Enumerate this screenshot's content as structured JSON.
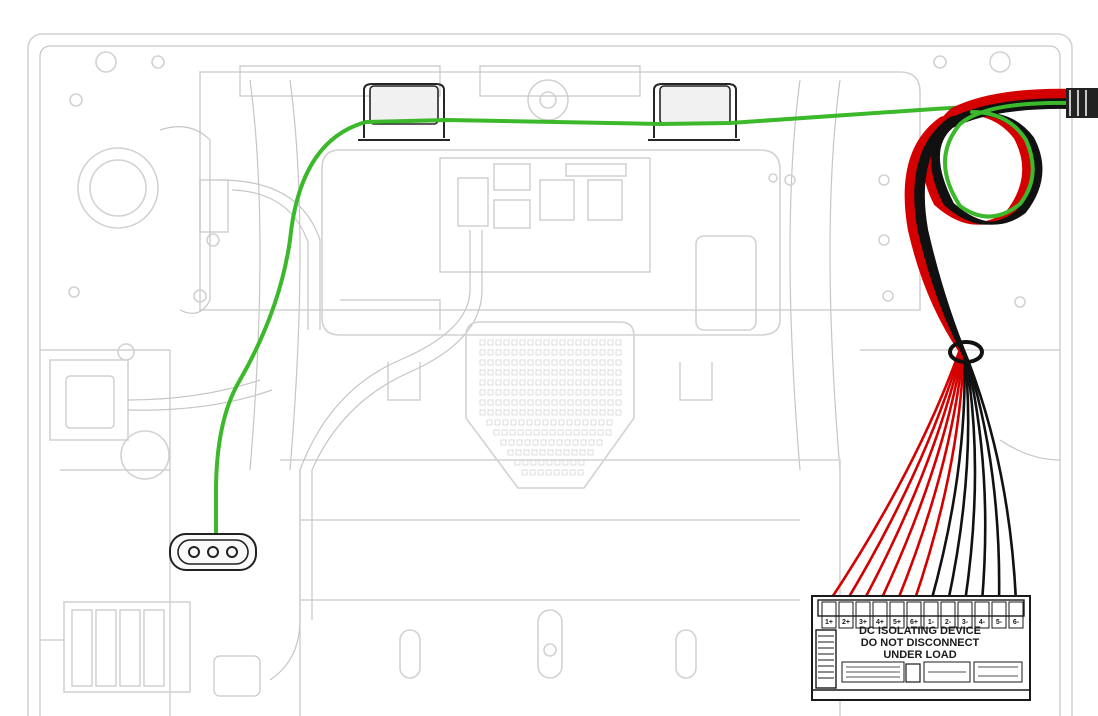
{
  "terminal_block": {
    "warning_lines": [
      "DC ISOLATING DEVICE",
      "DO NOT DISCONNECT",
      "UNDER LOAD"
    ],
    "positive_labels": [
      "1+",
      "2+",
      "3+",
      "4+",
      "5+",
      "6+"
    ],
    "negative_labels": [
      "1-",
      "2-",
      "3-",
      "4-",
      "5-",
      "6-"
    ]
  },
  "wire_colors": {
    "ground": "#3cb82b",
    "positive": "#d40000",
    "negative": "#111111"
  }
}
